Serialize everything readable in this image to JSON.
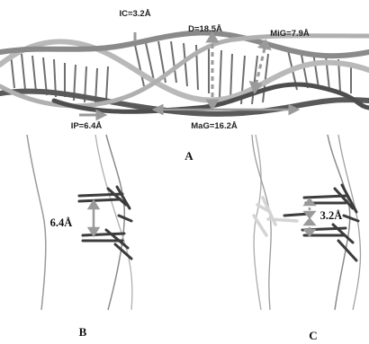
{
  "panel_a": {
    "letter": "A",
    "labels": {
      "ic": "IC=3.2Å",
      "d": "D=18.5Å",
      "mig": "MiG=7.9Å",
      "ip": "IP=6.4Å",
      "mag": "MaG=16.2Å"
    }
  },
  "panel_b": {
    "letter": "B",
    "measurement": "6.4Å"
  },
  "panel_c": {
    "letter": "C",
    "measurement": "3.2Å"
  },
  "colors": {
    "strand_dark": "#5a5a5a",
    "strand_mid": "#8a8a8a",
    "strand_light": "#b9b9b9",
    "rung": "#6f6f6f",
    "arrow_gray": "#9a9a9a",
    "base_dark": "#3c3c3c",
    "base_light": "#d4d4d4"
  }
}
